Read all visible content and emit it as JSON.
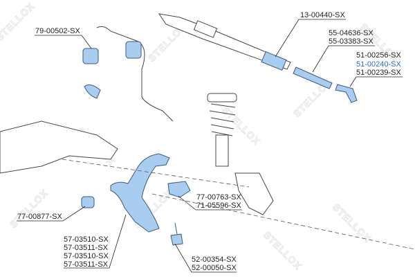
{
  "watermark": "STELLOX",
  "highlight_color": "#2a6db5",
  "part_color": "#a9cdf0",
  "labels": {
    "stabilizer_bushing": "79-00502-SX",
    "steering_rack": "13-00440-SX",
    "rack_boot": [
      "55-04636-SX",
      "55-03383-SX"
    ],
    "tie_rod_end": [
      "51-00256-SX",
      "51-00240-SX",
      "51-00239-SX"
    ],
    "rear_bushing": [
      "77-00763-SX",
      "71-05596-SX"
    ],
    "front_bushing": "77-00877-SX",
    "control_arm": [
      "57-03510-SX",
      "57-03511-SX",
      "57-03510-SX",
      "57-03511-SX"
    ],
    "ball_joint": [
      "52-00354-SX",
      "52-00050-SX"
    ]
  }
}
